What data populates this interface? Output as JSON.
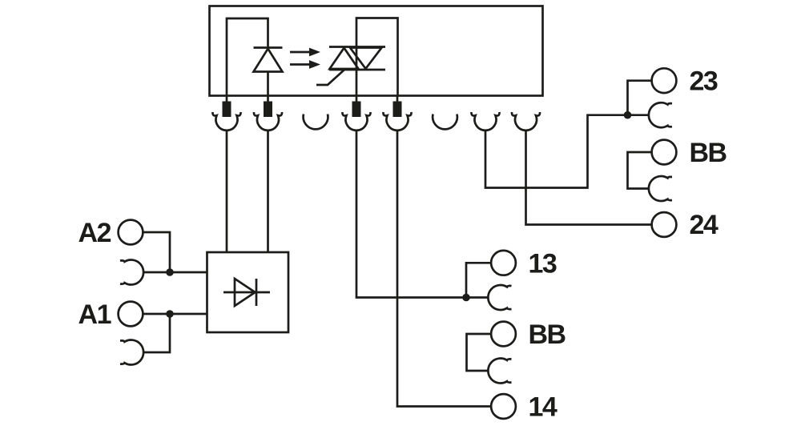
{
  "page": {
    "background": "#ffffff"
  },
  "diagram": {
    "kind": "relay-module-wiring-diagram",
    "line_color": "#1c1c1a",
    "text_color": "#1c1c1a",
    "socket_count": 8,
    "terminals": {
      "left": [
        {
          "label": "A2"
        },
        {
          "label": "A1"
        }
      ],
      "middle": [
        {
          "label": "13"
        },
        {
          "label": "BB"
        },
        {
          "label": "14"
        }
      ],
      "right": [
        {
          "label": "23"
        },
        {
          "label": "BB"
        },
        {
          "label": "24"
        }
      ]
    },
    "symbols": {
      "coupler_input": "led-diode-symbol",
      "coupler_output": "triac-symbol",
      "coupling": "double-arrow-icon",
      "input_protection": "diode-symbol"
    }
  }
}
